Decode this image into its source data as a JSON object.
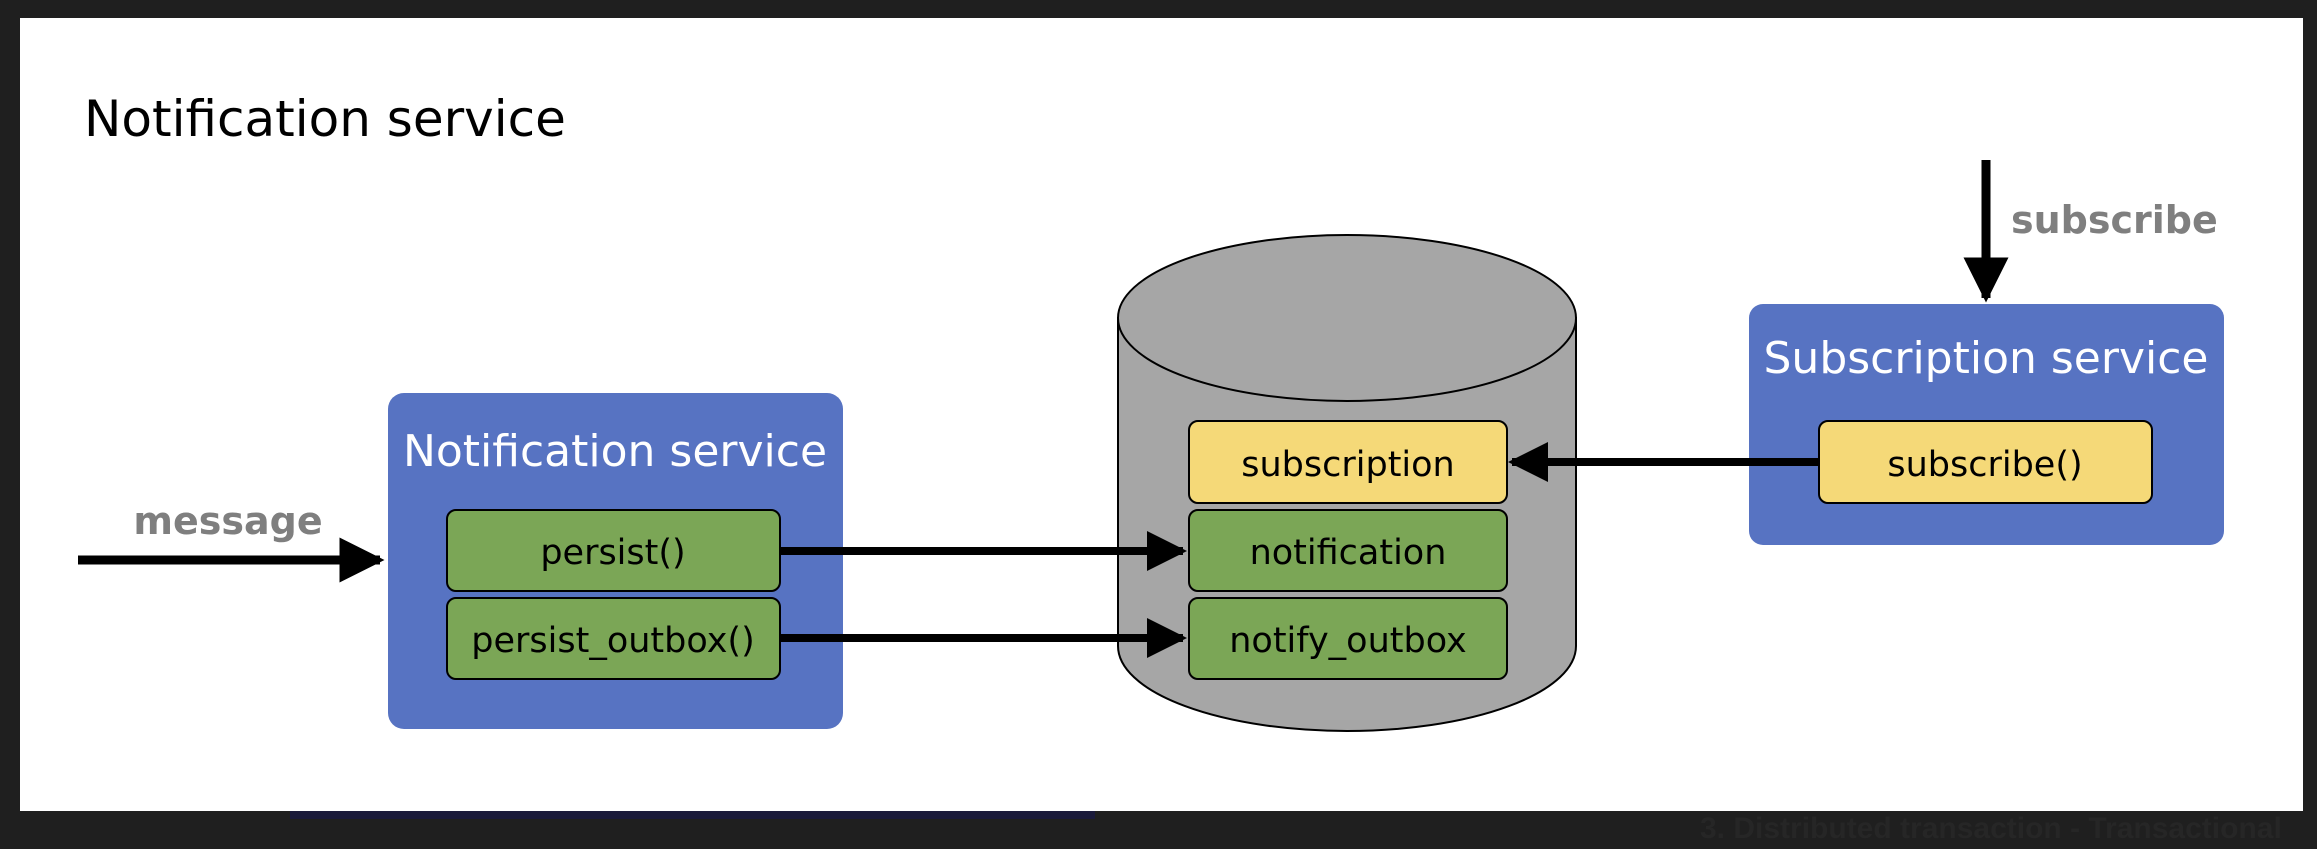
{
  "page": {
    "title": "Notification service"
  },
  "inputs": {
    "message_label": "message",
    "subscribe_label": "subscribe"
  },
  "notification_service": {
    "title": "Notification service",
    "methods": [
      "persist()",
      "persist_outbox()"
    ]
  },
  "database": {
    "tables": [
      "subscription",
      "notification",
      "notify_outbox"
    ]
  },
  "subscription_service": {
    "title": "Subscription service",
    "method": "subscribe()"
  },
  "background": {
    "partial_heading": "3.  Distributed transaction - Transactional"
  },
  "colors": {
    "frame": "#1f1f1f",
    "canvas": "#ffffff",
    "service_box": "#5773c2",
    "method_green": "#7ba656",
    "table_yellow": "#f5d978",
    "cylinder": "#a6a6a6",
    "label_gray": "#7f7f7f",
    "arrow": "#000000"
  }
}
